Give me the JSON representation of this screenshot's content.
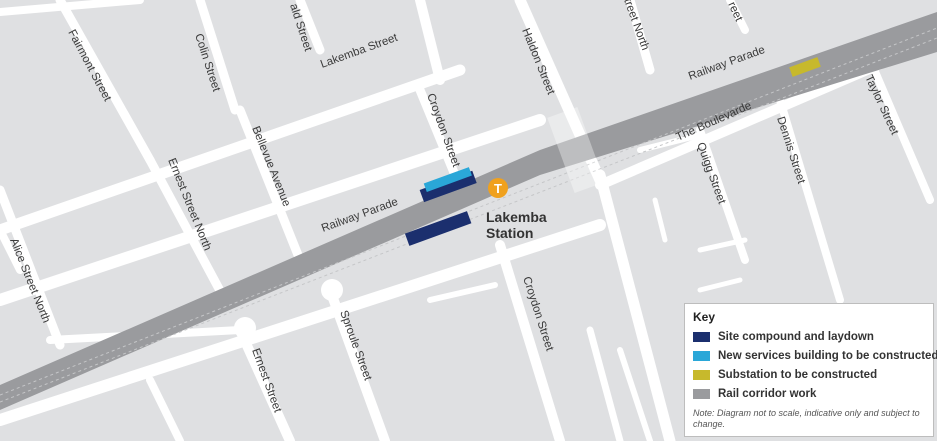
{
  "streets": {
    "fairmont": "Fairmont Street",
    "colin": "Colin Street",
    "ald": "ald Street",
    "lakemba": "Lakemba Street",
    "croydon_north": "Croydon Street",
    "haldon": "Haldon Street",
    "street_north_top": "treet North",
    "treet_top": "reet",
    "railway_parade_right": "Railway Parade",
    "the_boulevarde": "The Boulevarde",
    "taylor": "Taylor Street",
    "dennis": "Dennis Street",
    "quigg": "Quigg Street",
    "bellevue": "Bellevue Avenue",
    "ernest_north": "Ernest Street North",
    "railway_parade_left": "Railway Parade",
    "alice_north": "Alice Street North",
    "croydon_south": "Croydon Street",
    "sproule": "Sproule Street",
    "ernest": "Ernest Street"
  },
  "station": {
    "icon_letter": "T",
    "name_line1": "Lakemba",
    "name_line2": "Station"
  },
  "legend": {
    "title": "Key",
    "items": [
      {
        "label": "Site compound and laydown",
        "color": "#1b2f6e"
      },
      {
        "label": "New services building to be constructed",
        "color": "#2aa7d8"
      },
      {
        "label": "Substation to be constructed",
        "color": "#c7b92c"
      },
      {
        "label": "Rail corridor work",
        "color": "#9a9b9e"
      }
    ],
    "note": "Note: Diagram not to scale, indicative only and subject to change."
  },
  "colors": {
    "land": "#dfe0e2",
    "road": "#ffffff",
    "rail_corridor": "#9a9b9e",
    "station_icon": "#f0a11e"
  }
}
